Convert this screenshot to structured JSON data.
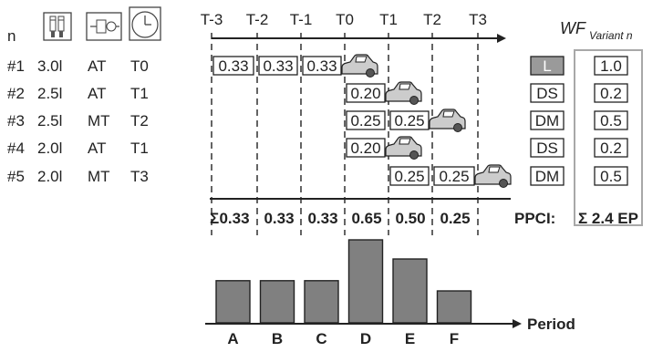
{
  "header": {
    "n_label": "n",
    "icons": [
      "engine-icon",
      "transmission-icon",
      "clock-icon"
    ],
    "time_labels": [
      "T-3",
      "T-2",
      "T-1",
      "T0",
      "T1",
      "T2",
      "T3"
    ],
    "weight_title": "WF",
    "weight_subscript": "Variant n"
  },
  "variants": [
    {
      "id": "#1",
      "engine": "3.0l",
      "trans": "AT",
      "start": "T0",
      "cells": [
        "0.33",
        "0.33",
        "0.33"
      ],
      "type": "L",
      "wf": "1.0"
    },
    {
      "id": "#2",
      "engine": "2.5l",
      "trans": "AT",
      "start": "T1",
      "cells": [
        "0.20"
      ],
      "type": "DS",
      "wf": "0.2"
    },
    {
      "id": "#3",
      "engine": "2.5l",
      "trans": "MT",
      "start": "T2",
      "cells": [
        "0.25",
        "0.25"
      ],
      "type": "DM",
      "wf": "0.5"
    },
    {
      "id": "#4",
      "engine": "2.0l",
      "trans": "AT",
      "start": "T1",
      "cells": [
        "0.20"
      ],
      "type": "DS",
      "wf": "0.2"
    },
    {
      "id": "#5",
      "engine": "2.0l",
      "trans": "MT",
      "start": "T3",
      "cells": [
        "0.25",
        "0.25"
      ],
      "type": "DM",
      "wf": "0.5"
    }
  ],
  "sums": {
    "symbol": "Σ",
    "values": [
      "0.33",
      "0.33",
      "0.33",
      "0.65",
      "0.50",
      "0.25"
    ]
  },
  "ppci": {
    "label": "PPCI:",
    "total": "Σ 2.4 EP"
  },
  "chart_data": {
    "type": "bar",
    "categories": [
      "A",
      "B",
      "C",
      "D",
      "E",
      "F"
    ],
    "values": [
      0.33,
      0.33,
      0.33,
      0.65,
      0.5,
      0.25
    ],
    "xlabel": "Period",
    "ylabel": ""
  },
  "colors": {
    "bar_fill": "#808080",
    "badge_L_fill": "#9a9a9a",
    "car_fill": "#cccccc"
  }
}
